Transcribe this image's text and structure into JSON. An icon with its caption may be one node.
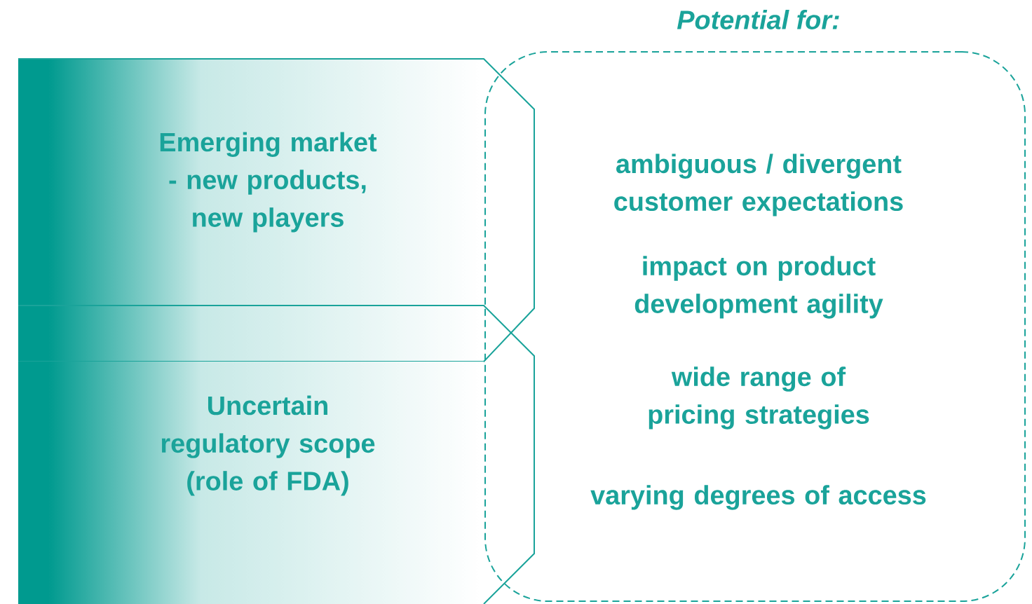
{
  "diagram": {
    "nodes": [
      {
        "text": [
          "Emerging market - new products, new players"
        ]
      },
      {
        "text": [
          "Uncertain regulatory scope (role of FDA)"
        ]
      },
      {
        "text": [
          "Potential for:",
          "ambiguous / divergent customer expectations",
          "impact on product development agility",
          "wide range of pricing strategies",
          "varying degrees of access"
        ]
      }
    ],
    "edges": []
  }
}
